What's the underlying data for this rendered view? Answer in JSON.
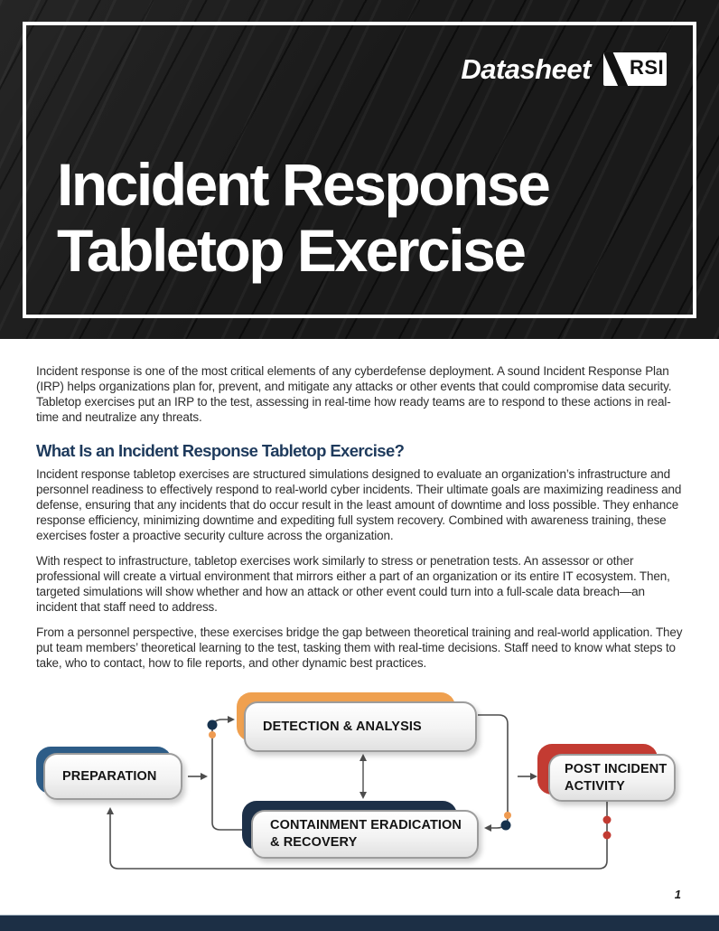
{
  "header": {
    "kicker": "Datasheet",
    "logo_text": "RSI",
    "title_line1": "Incident Response",
    "title_line2": "Tabletop Exercise"
  },
  "article": {
    "intro": "Incident response is one of the most critical elements of any cyberdefense deployment. A sound Incident Response Plan (IRP) helps organizations plan for, prevent, and mitigate any attacks or other events that could compromise data security. Tabletop exercises put an IRP to the test, assessing in real-time how ready teams are to respond to these actions in real-time and neutralize any threats.",
    "heading": "What Is an Incident Response Tabletop Exercise?",
    "paragraphs": [
      "Incident response tabletop exercises are structured simulations designed to evaluate an organization’s infrastructure and personnel readiness to effectively respond to real-world cyber incidents. Their ultimate goals are maximizing readiness and defense, ensuring that any incidents that do occur result in the least amount of downtime and loss possible. They enhance response efficiency, minimizing downtime and expediting full system recovery. Combined with awareness training, these exercises foster a proactive security culture across the organization.",
      "With respect to infrastructure, tabletop exercises work similarly to stress or penetration tests. An assessor or other professional will create a virtual environment that mirrors either a part of an organization or its entire IT ecosystem. Then, targeted simulations will show whether and how an attack or other event could turn into a full-scale data breach—an incident that staff need to address.",
      "From a personnel perspective, these exercises bridge the gap between theoretical training and real-world application. They put team members’ theoretical learning to the test, tasking them with real-time decisions. Staff need to know what steps to take, who to contact, how to file reports, and other dynamic best practices."
    ]
  },
  "diagram": {
    "nodes": {
      "preparation": {
        "line1": "PREPARATION",
        "accent": "#2d5c87"
      },
      "detection": {
        "line1": "DETECTION & ANALYSIS",
        "accent": "#efa04f"
      },
      "containment": {
        "line1": "CONTAINMENT ERADICATION",
        "line2": "& RECOVERY",
        "accent": "#1d3048"
      },
      "post_incident": {
        "line1": "POST INCIDENT",
        "line2": "ACTIVITY",
        "accent": "#c33b32"
      }
    },
    "colors": {
      "wire": "#4d4d4d",
      "dot_navy": "#16324d",
      "dot_orange": "#ef9b51",
      "dot_red": "#c23b32"
    }
  },
  "footer": {
    "page_number": "1",
    "bar_color": "#1c2f45"
  }
}
